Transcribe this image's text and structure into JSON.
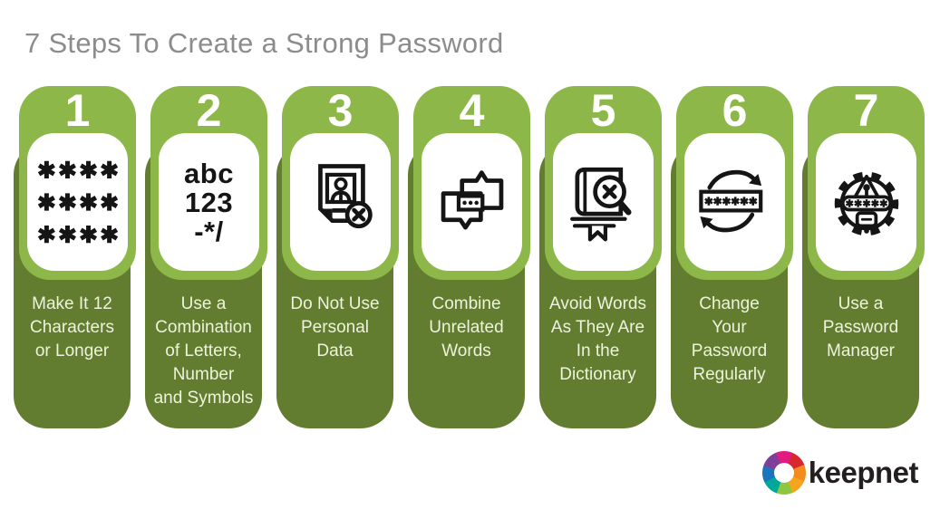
{
  "title": "7 Steps To Create a Strong Password",
  "colors": {
    "light_green": "#8db849",
    "dark_green": "#627d2f",
    "card_text": "#edf3dd",
    "title_gray": "#8c8c8c",
    "icon_black": "#151515"
  },
  "steps": [
    {
      "number": "1",
      "icon": "asterisks-grid",
      "label": "Make It 12\nCharacters\nor Longer"
    },
    {
      "number": "2",
      "icon": "letters-numbers-symbols",
      "icon_text": "abc\n123\n-*/",
      "label": "Use a\nCombination\nof Letters,\nNumber\nand Symbols"
    },
    {
      "number": "3",
      "icon": "no-personal-data",
      "label": "Do Not Use\nPersonal\nData"
    },
    {
      "number": "4",
      "icon": "speech-bubbles",
      "label": "Combine\nUnrelated\nWords"
    },
    {
      "number": "5",
      "icon": "dictionary-search",
      "label": "Avoid Words\nAs They Are\nIn the\nDictionary"
    },
    {
      "number": "6",
      "icon": "rotate-password",
      "label": "Change\nYour\nPassword\nRegularly"
    },
    {
      "number": "7",
      "icon": "password-manager-gear",
      "label": "Use a\nPassword\nManager"
    }
  ],
  "logo": {
    "text": "keepnet"
  }
}
